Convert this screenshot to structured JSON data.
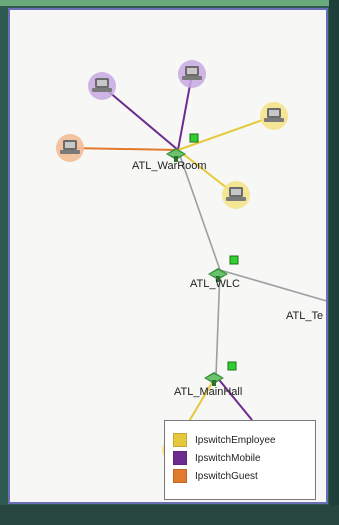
{
  "nodes": {
    "warroom": {
      "label": "ATL_WarRoom"
    },
    "wlc": {
      "label": "ATL_WLC"
    },
    "te": {
      "label": "ATL_Te"
    },
    "mainhall": {
      "label": "ATL_MainHall"
    }
  },
  "legend": {
    "items": [
      {
        "label": "IpswitchEmployee",
        "color": "#e6c93a"
      },
      {
        "label": "IpswitchMobile",
        "color": "#6e2b8f"
      },
      {
        "label": "IpswitchGuest",
        "color": "#e07a2d"
      }
    ]
  },
  "colors": {
    "employee": "#e6c93a",
    "mobile": "#6e2b8f",
    "guest": "#e07a2d",
    "status_green": "#2ed12e",
    "link_gray": "#9aa0a0"
  },
  "icons": {
    "laptop": "laptop-icon",
    "access_point": "access-point-icon",
    "status": "status-green-square"
  }
}
